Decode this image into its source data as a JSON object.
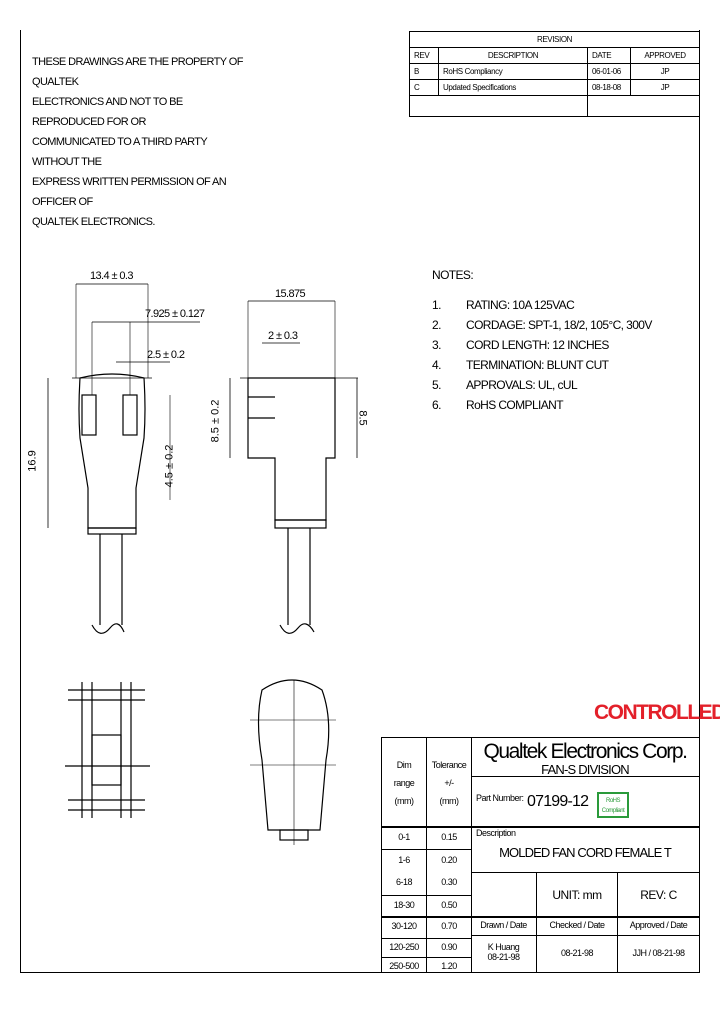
{
  "ownership_notice": [
    "THESE DRAWINGS ARE THE PROPERTY OF QUALTEK",
    "ELECTRONICS AND NOT TO BE REPRODUCED FOR OR",
    "COMMUNICATED TO A THIRD PARTY WITHOUT THE",
    "EXPRESS WRITTEN PERMISSION OF AN OFFICER OF",
    "QUALTEK ELECTRONICS."
  ],
  "revision": {
    "title": "REVISION",
    "headers": [
      "REV",
      "DESCRIPTION",
      "DATE",
      "APPROVED"
    ],
    "rows": [
      [
        "B",
        "RoHS Compliancy",
        "06-01-06",
        "JP"
      ],
      [
        "C",
        "Updated Specifications",
        "08-18-08",
        "JP"
      ]
    ]
  },
  "dimensions": {
    "width_total": "13.4 ± 0.3",
    "pin_spacing": "7.925 ± 0.127",
    "pin_width": "2.5 ± 0.2",
    "height": "16.9",
    "pin_length": "4.5 ± 0.2",
    "side_width": "15.875",
    "side_pin": "2 ± 0.3",
    "side_height_left": "8.5 ± 0.2",
    "side_height_right": "8.5"
  },
  "notes": {
    "title": "NOTES:",
    "items": [
      [
        "1.",
        "RATING: 10A 125VAC"
      ],
      [
        "2.",
        "CORDAGE:  SPT-1, 18/2, 105°C, 300V"
      ],
      [
        "3.",
        "CORD LENGTH:  12 INCHES"
      ],
      [
        "4.",
        "TERMINATION:   BLUNT CUT"
      ],
      [
        "5.",
        "APPROVALS:  UL, cUL"
      ],
      [
        "6.",
        "RoHS COMPLIANT"
      ]
    ]
  },
  "stamp": "CONTROLLED",
  "title_block": {
    "company": "Qualtek Electronics Corp.",
    "division": "FAN-S DIVISION",
    "part_number_label": "Part Number:",
    "part_number": "07199-12",
    "rohs_badge": [
      "RoHS",
      "Compliant"
    ],
    "rohs_color": "#2a9a3a",
    "description_label": "Description",
    "description": "MOLDED FAN CORD FEMALE T",
    "unit": "UNIT: mm",
    "rev": "REV: C",
    "drawn_label": "Drawn / Date",
    "checked_label": "Checked / Date",
    "approved_label": "Approved / Date",
    "drawn": [
      "K Huang",
      "08-21-98"
    ],
    "checked": "08-21-98",
    "approved": "JJH / 08-21-98",
    "dim_header": [
      "Dim",
      "range",
      "(mm)"
    ],
    "tol_header": [
      "Tolerance",
      "+/-",
      "(mm)"
    ],
    "tolerances": [
      [
        "0-1",
        "0.15"
      ],
      [
        "1-6",
        "0.20"
      ],
      [
        "6-18",
        "0.30"
      ],
      [
        "18-30",
        "0.50"
      ],
      [
        "30-120",
        "0.70"
      ],
      [
        "120-250",
        "0.90"
      ],
      [
        "250-500",
        "1.20"
      ]
    ]
  }
}
